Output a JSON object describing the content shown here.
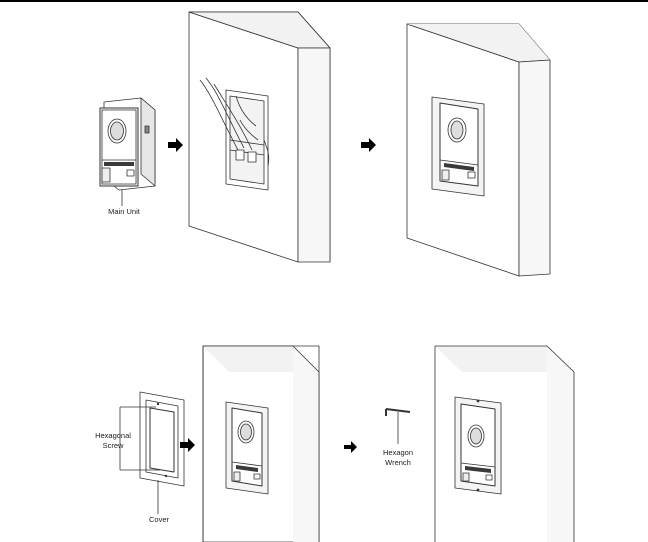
{
  "labels": {
    "main_unit": "Main Unit",
    "hex_screw_line1": "Hexagonal",
    "hex_screw_line2": "Screw",
    "cover": "Cover",
    "wrench_line1": "Hexagon",
    "wrench_line2": "Wrench"
  },
  "icons": {
    "arrow": "right-arrow-icon"
  },
  "colors": {
    "line": "#333333",
    "wall_face": "#ffffff",
    "wall_side": "#f2f2f2",
    "device_dark": "#3a3a3a"
  }
}
